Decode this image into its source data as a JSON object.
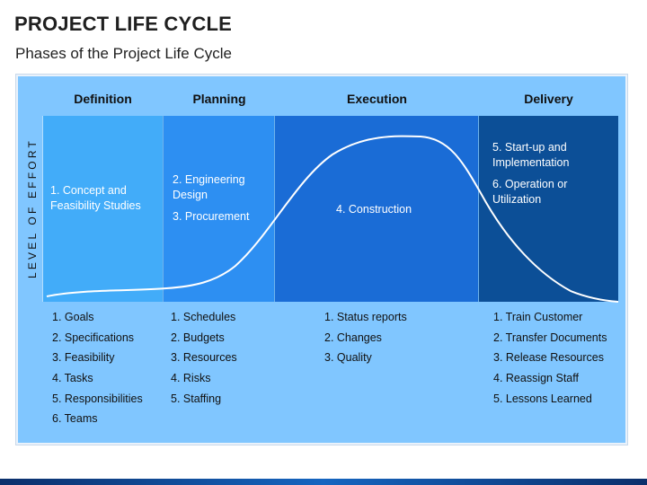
{
  "title": "PROJECT LIFE CYCLE",
  "subtitle": "Phases of the Project Life Cycle",
  "axis_label": "LEVEL OF EFFORT",
  "phases": [
    {
      "name": "Definition",
      "inner": [
        "1. Concept and Feasibility Studies"
      ],
      "tasks": [
        "1. Goals",
        "2. Specifications",
        "3. Feasibility",
        "4. Tasks",
        "5. Responsibilities",
        "6. Teams"
      ]
    },
    {
      "name": "Planning",
      "inner": [
        "2. Engineering Design",
        "3. Procurement"
      ],
      "tasks": [
        "1. Schedules",
        "2. Budgets",
        "3. Resources",
        "4. Risks",
        "5. Staffing"
      ]
    },
    {
      "name": "Execution",
      "inner": [
        "4. Construction"
      ],
      "tasks": [
        "1. Status reports",
        "2. Changes",
        "3. Quality"
      ]
    },
    {
      "name": "Delivery",
      "inner": [
        "5. Start-up and Implementation",
        "6. Operation or Utilization"
      ],
      "tasks": [
        "1. Train Customer",
        "2. Transfer Documents",
        "3. Release Resources",
        "4. Reassign Staff",
        "5. Lessons Learned"
      ]
    }
  ],
  "colors": {
    "panel": "#80c6ff",
    "definition": "#42acf9",
    "planning": "#2d8ff2",
    "execution": "#1a6cd6",
    "delivery": "#0c4f97",
    "curve": "#ffffff"
  }
}
